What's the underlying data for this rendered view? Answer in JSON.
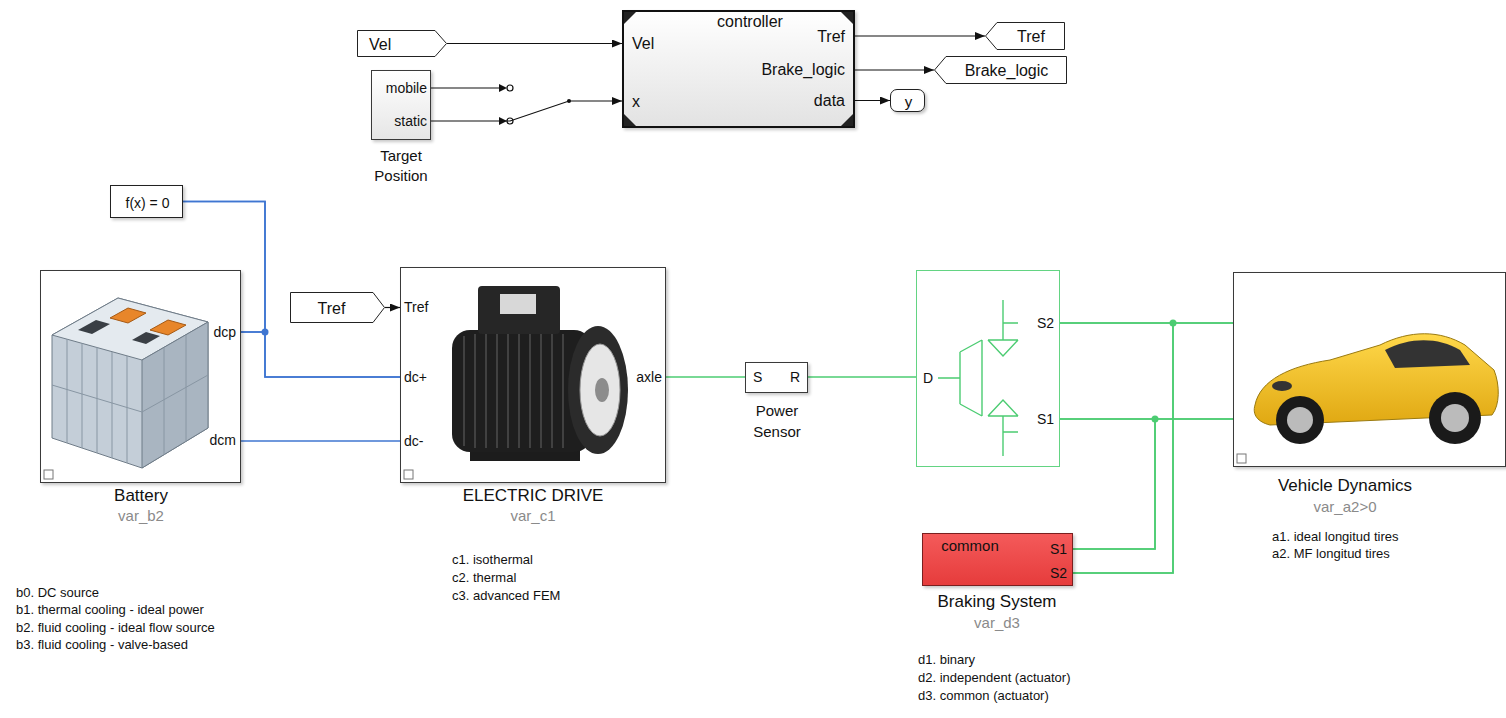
{
  "diagram": {
    "nodes": [
      {
        "text": [
          "Vel"
        ]
      },
      {
        "text": [
          "mobile",
          "static",
          "Target Position"
        ]
      },
      {
        "text": [
          "controller",
          "Vel",
          "x",
          "Tref",
          "Brake_logic",
          "data"
        ]
      },
      {
        "text": [
          "Tref"
        ]
      },
      {
        "text": [
          "Brake_logic"
        ]
      },
      {
        "text": [
          "y"
        ]
      },
      {
        "text": [
          "f(x) = 0"
        ]
      },
      {
        "text": [
          "dcp",
          "dcm",
          "Battery",
          "var_b2"
        ]
      },
      {
        "text": [
          "Tref"
        ]
      },
      {
        "text": [
          "Tref",
          "dc+",
          "dc-",
          "axle",
          "ELECTRIC DRIVE",
          "var_c1"
        ]
      },
      {
        "text": [
          "S",
          "R",
          "Power Sensor"
        ]
      },
      {
        "text": [
          "D",
          "S2",
          "S1"
        ]
      },
      {
        "text": [
          "Vehicle Dynamics",
          "var_a2>0"
        ]
      },
      {
        "text": [
          "common",
          "S1",
          "S2",
          "Braking System",
          "var_d3"
        ]
      }
    ],
    "edges": [
      {
        "from": 0,
        "to": 2,
        "arrow": "to"
      },
      {
        "from": 1,
        "to": 2,
        "arrow": "to"
      },
      {
        "from": 2,
        "to": 3,
        "arrow": "to"
      },
      {
        "from": 2,
        "to": 4,
        "arrow": "to"
      },
      {
        "from": 2,
        "to": 5,
        "arrow": "to"
      },
      {
        "from": 6,
        "to": 7,
        "arrow": "none"
      },
      {
        "from": 6,
        "to": 9,
        "arrow": "none"
      },
      {
        "from": 7,
        "to": 9,
        "arrow": "none"
      },
      {
        "from": 7,
        "to": 9,
        "arrow": "none"
      },
      {
        "from": 8,
        "to": 9,
        "arrow": "to"
      },
      {
        "from": 9,
        "to": 10,
        "arrow": "none"
      },
      {
        "from": 10,
        "to": 11,
        "arrow": "none"
      },
      {
        "from": 11,
        "to": 12,
        "arrow": "none"
      },
      {
        "from": 11,
        "to": 12,
        "arrow": "none"
      },
      {
        "from": 13,
        "to": 12,
        "arrow": "none"
      },
      {
        "from": 13,
        "to": 12,
        "arrow": "none"
      },
      {
        "from": 13,
        "to": 11,
        "arrow": "none"
      },
      {
        "from": 13,
        "to": 11,
        "arrow": "none"
      }
    ],
    "labels": [
      "b0. DC source",
      "b1. thermal cooling - ideal power",
      "b2. fluid cooling - ideal flow source",
      "b3. fluid cooling - valve-based",
      "c1. isothermal",
      "c2. thermal",
      "c3. advanced FEM",
      "a1. ideal longitud tires",
      "a2. MF longitud tires",
      "d1. binary",
      "d2. independent (actuator)",
      "d3. common (actuator)"
    ]
  }
}
